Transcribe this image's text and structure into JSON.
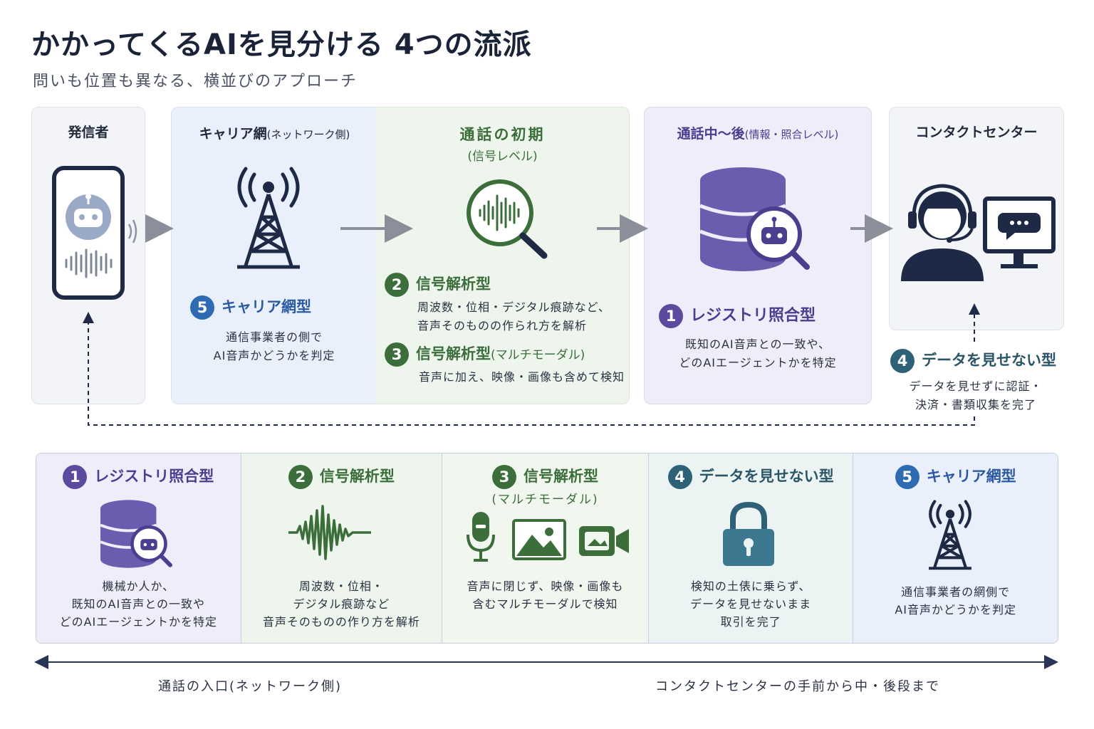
{
  "header": {
    "title": "かかってくるAIを見分ける 4つの流派",
    "subtitle": "問いも位置も異なる、横並びのアプローチ"
  },
  "top": {
    "sender": {
      "title": "発信者"
    },
    "carrier": {
      "title": "キャリア網",
      "title_note": "(ネットワーク側)",
      "num": "5",
      "label": "キャリア網型",
      "desc_1": "通信事業者の側で",
      "desc_2": "AI音声かどうかを判定"
    },
    "early": {
      "title": "通話の初期",
      "title_note": "(信号レベル)",
      "num_a": "2",
      "label_a": "信号解析型",
      "desc_a1": "周波数・位相・デジタル痕跡など、",
      "desc_a2": "音声そのものの作られ方を解析",
      "num_b": "3",
      "label_b": "信号解析型",
      "label_b_note": "(マルチモーダル)",
      "desc_b1": "音声に加え、映像・画像も含めて検知"
    },
    "mid": {
      "title": "通話中〜後",
      "title_note": "(情報・照合レベル)",
      "num": "1",
      "label": "レジストリ照合型",
      "desc_1": "既知のAI音声との一致や、",
      "desc_2": "どのAIエージェントかを特定"
    },
    "center": {
      "title": "コンタクトセンター",
      "num": "4",
      "label": "データを見せない型",
      "desc_1": "データを見せずに認証・",
      "desc_2": "決済・書類収集を完了"
    }
  },
  "bottom": [
    {
      "num": "1",
      "label": "レジストリ照合型",
      "label_note": "",
      "desc": [
        "機械か人か、",
        "既知のAI音声との一致や",
        "どのAIエージェントかを特定"
      ]
    },
    {
      "num": "2",
      "label": "信号解析型",
      "label_note": "",
      "desc": [
        "周波数・位相・",
        "デジタル痕跡など",
        "音声そのものの作り方を解析"
      ]
    },
    {
      "num": "3",
      "label": "信号解析型",
      "label_note": "(マルチモーダル)",
      "desc": [
        "音声に閉じず、映像・画像も",
        "含むマルチモーダルで検知"
      ]
    },
    {
      "num": "4",
      "label": "データを見せない型",
      "label_note": "",
      "desc": [
        "検知の土俵に乗らず、",
        "データを見せないまま",
        "取引を完了"
      ]
    },
    {
      "num": "5",
      "label": "キャリア網型",
      "label_note": "",
      "desc": [
        "通信事業者の網側で",
        "AI音声かどうかを判定"
      ]
    }
  ],
  "axis": {
    "left_label": "通話の入口(ネットワーク側)",
    "right_label": "コンタクトセンターの手前から中・後段まで"
  },
  "colors": {
    "purple": "#5b4a9e",
    "green": "#3b6e3b",
    "teal": "#2e6178",
    "blue": "#2f6bb3",
    "navy": "#1e2a45"
  }
}
